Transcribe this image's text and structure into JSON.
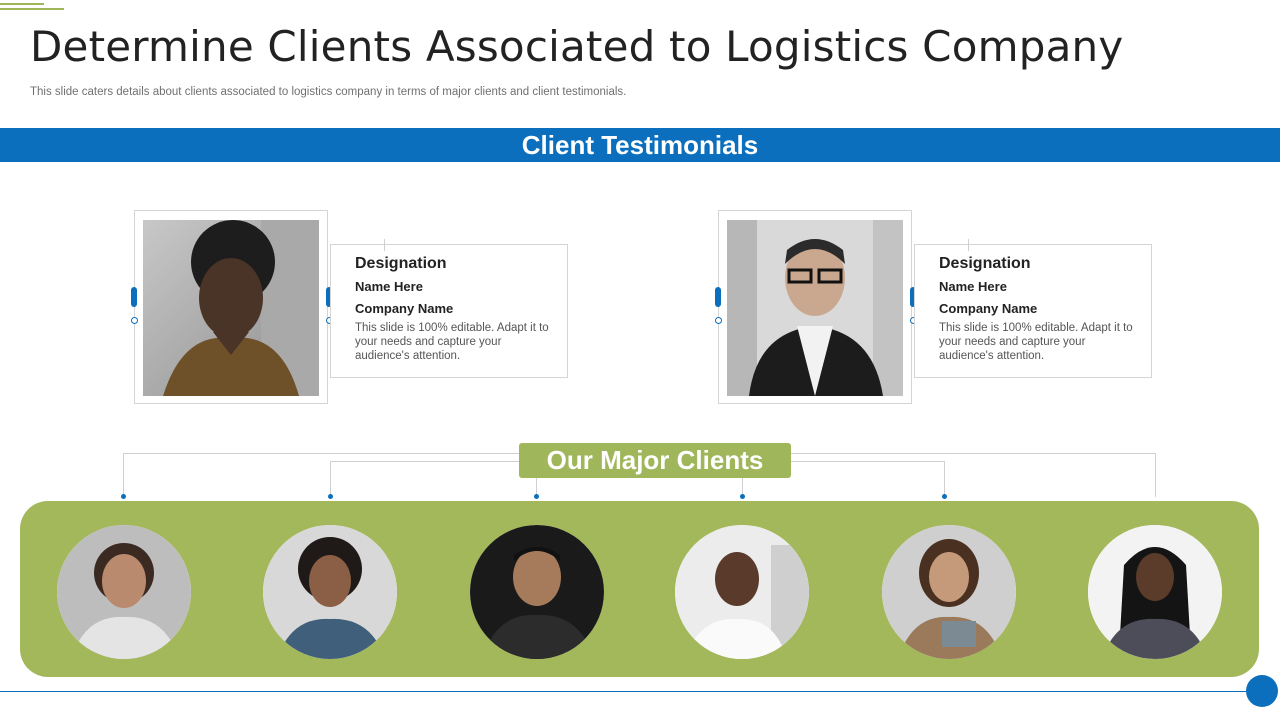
{
  "title": "Determine Clients Associated to Logistics Company",
  "subtitle": "This slide caters details about clients associated to logistics company in terms of major clients and client testimonials.",
  "colors": {
    "blue": "#0b6fbd",
    "green": "#9fb65a",
    "text": "#222222"
  },
  "testimonials": {
    "heading": "Client Testimonials",
    "items": [
      {
        "photo": "woman-portrait",
        "designation": "Designation",
        "name": "Name Here",
        "company": "Company Name",
        "description": "This slide is 100% editable. Adapt it to your needs and capture your audience's attention."
      },
      {
        "photo": "man-portrait",
        "designation": "Designation",
        "name": "Name Here",
        "company": "Company Name",
        "description": "This slide is 100% editable. Adapt it to your needs and capture your audience's attention."
      }
    ]
  },
  "major_clients": {
    "heading": "Our Major Clients",
    "clients": [
      {
        "photo": "client-portrait-1"
      },
      {
        "photo": "client-portrait-2"
      },
      {
        "photo": "client-portrait-3"
      },
      {
        "photo": "client-portrait-4"
      },
      {
        "photo": "client-portrait-5"
      },
      {
        "photo": "client-portrait-6"
      }
    ]
  }
}
